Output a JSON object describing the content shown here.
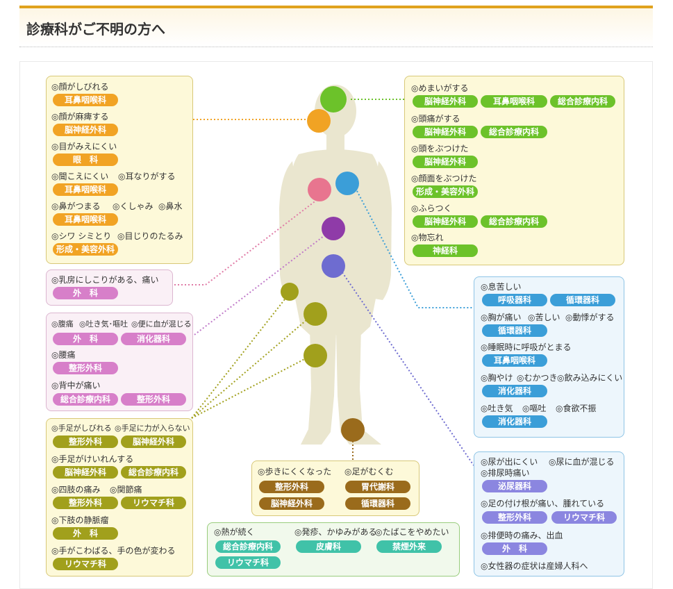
{
  "page": {
    "title": "診療科がご不明の方へ"
  },
  "colors": {
    "accent": "#e0a21d",
    "orange": "#f1a324",
    "green": "#6cc22a",
    "pink": "#d77fc9",
    "blue": "#3b9ed8",
    "olive": "#a1a01c",
    "brown": "#9a6b1c",
    "teal": "#40c2a8",
    "violet": "#8b86e0",
    "body": "#eae6cf"
  },
  "head_box": {
    "s1": "◎顔がしびれる",
    "d1": "耳鼻咽喉科",
    "s2": "◎顔が麻痺する",
    "d2": "脳神経外科",
    "s3": "◎目がみえにくい",
    "d3": "眼　科",
    "s4a": "◎聞こえにくい",
    "s4b": "◎耳なりがする",
    "d4": "耳鼻咽喉科",
    "s5a": "◎鼻がつまる",
    "s5b": "◎くしゃみ",
    "s5c": "◎鼻水",
    "d5": "耳鼻咽喉科",
    "s6a": "◎シワ シミとり",
    "s6b": "◎目じりのたるみ",
    "d6": "形成・美容外科"
  },
  "brain_box": {
    "s1": "◎めまいがする",
    "d1a": "脳神経外科",
    "d1b": "耳鼻咽喉科",
    "d1c": "総合診療内科",
    "s2": "◎頭痛がする",
    "d2a": "脳神経外科",
    "d2b": "総合診療内科",
    "s3": "◎頭をぶつけた",
    "d3": "脳神経外科",
    "s4": "◎顔面をぶつけた",
    "d4": "形成・美容外科",
    "s5": "◎ふらつく",
    "d5a": "脳神経外科",
    "d5b": "総合診療内科",
    "s6": "◎物忘れ",
    "d6": "神経科"
  },
  "breast_box": {
    "s1": "◎乳房にしこりがある、痛い",
    "d1": "外　科"
  },
  "abdomen_box": {
    "s1a": "◎腹痛",
    "s1b": "◎吐き気･嘔吐",
    "s1c": "◎便に血が混じる",
    "d1a": "外　科",
    "d1b": "消化器科",
    "s2": "◎腰痛",
    "d2": "整形外科",
    "s3": "◎背中が痛い",
    "d3a": "総合診療内科",
    "d3b": "整形外科"
  },
  "chest_box": {
    "s1": "◎息苦しい",
    "d1a": "呼吸器科",
    "d1b": "循環器科",
    "s2a": "◎胸が痛い",
    "s2b": "◎苦しい",
    "s2c": "◎動悸がする",
    "d2": "循環器科",
    "s3": "◎睡眠時に呼吸がとまる",
    "d3": "耳鼻咽喉科",
    "s4a": "◎胸やけ",
    "s4b": "◎むかつき",
    "s4c": "◎飲み込みにくい",
    "d4": "消化器科",
    "s5a": "◎吐き気",
    "s5b": "◎嘔吐",
    "s5c": "◎食欲不振",
    "d5": "消化器科"
  },
  "limbs_box": {
    "s1a": "◎手足がしびれる",
    "s1b": "◎手足に力が入らない",
    "d1a": "整形外科",
    "d1b": "脳神経外科",
    "s2": "◎手足がけいれんする",
    "d2a": "脳神経外科",
    "d2b": "総合診療内科",
    "s3a": "◎四肢の痛み",
    "s3b": "◎関節痛",
    "d3a": "整形外科",
    "d3b": "リウマチ科",
    "s4": "◎下肢の静脈瘤",
    "d4": "外　科",
    "s5": "◎手がこわばる、手の色が変わる",
    "d5": "リウマチ科"
  },
  "legs_box": {
    "s1": "◎歩きにくくなった",
    "s2": "◎足がむくむ",
    "d1a": "整形外科",
    "d1b": "胃代謝科",
    "d2a": "脳神経外科",
    "d2b": "循環器科"
  },
  "general_box": {
    "s1": "◎熱が続く",
    "s2": "◎発疹、かゆみがある",
    "s3": "◎たばこをやめたい",
    "d1": "総合診療内科",
    "d2": "皮膚科",
    "d3": "禁煙外来",
    "d4": "リウマチ科"
  },
  "urinary_box": {
    "s1a": "◎尿が出にくい",
    "s1b": "◎尿に血が混じる",
    "s1c": "◎排尿時痛い",
    "d1": "泌尿器科",
    "s2": "◎足の付け根が痛い、腫れている",
    "d2a": "整形外科",
    "d2b": "リウマチ科",
    "s3": "◎排便時の痛み、出血",
    "d3": "外　科",
    "s4": "◎女性器の症状は産婦人科へ"
  }
}
